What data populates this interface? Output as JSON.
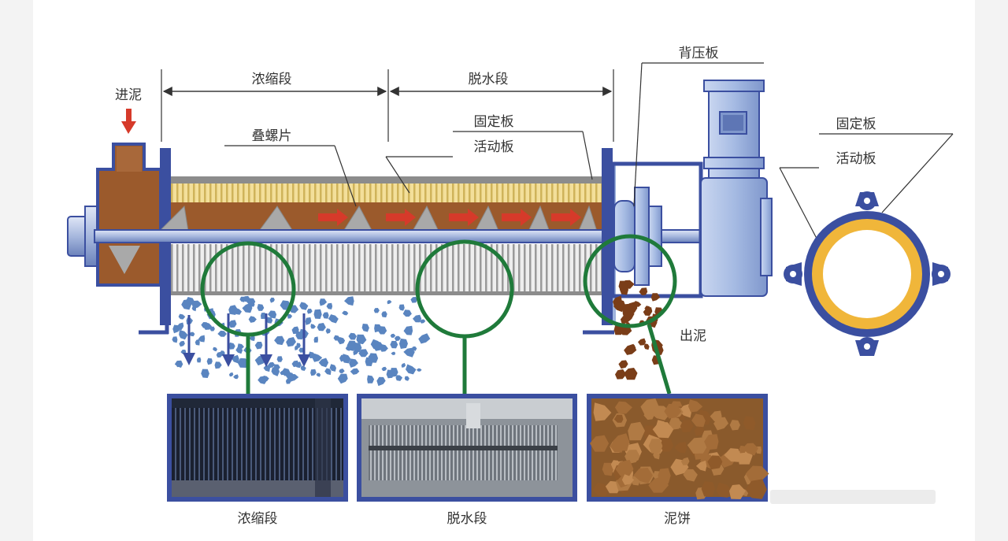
{
  "labels": {
    "inlet": "进泥",
    "thickening": "浓缩段",
    "dewatering": "脱水段",
    "screw_disc": "叠螺片",
    "fixed_plate": "固定板",
    "moving_plate": "活动板",
    "back_pressure_plate": "背压板",
    "outlet": "出泥",
    "ring_fixed_plate": "固定板",
    "ring_moving_plate": "活动板"
  },
  "photo_captions": {
    "thickening": "浓缩段",
    "dewatering": "脱水段",
    "cake": "泥饼"
  },
  "colors": {
    "frame_blue": "#3b4fa0",
    "sludge_brown": "#9b5a2c",
    "ring_yellow": "#f0b63a",
    "callout_green": "#1f7a3a",
    "arrow_red": "#d63a2a",
    "water_blue": "#5a85c0",
    "motor_blue": "#9fb4de"
  }
}
